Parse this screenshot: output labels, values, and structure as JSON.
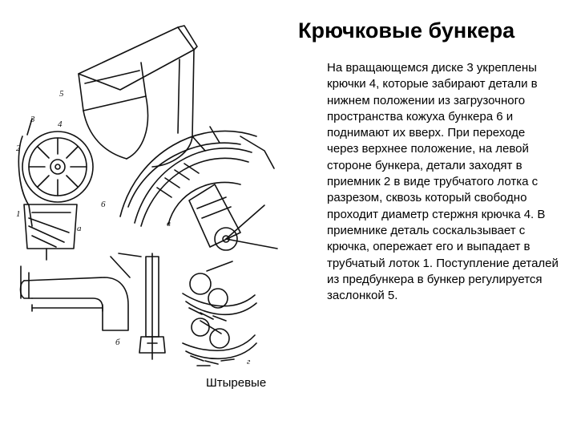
{
  "slide": {
    "title": "Крючковые бункера",
    "body": "На вращающемся диске 3 укреплены крючки 4, которые забирают детали в нижнем положении из загрузочного пространства кожуха бункера 6 и поднимают их вверх. При переходе через верхнее положение, на левой стороне бункера, детали заходят в приемник 2 в виде трубчатого лотка с разрезом, сквозь который свободно проходит диаметр стержня крючка 4. В приемнике деталь соскальзывает с крючка, опережает его и выпадает в трубчатый лоток 1. Поступление деталей из предбункера в бункер регулируется заслонкой 5.",
    "caption": "Штыревые"
  },
  "figure": {
    "labels": {
      "num_5": "5",
      "num_3": "3",
      "num_4": "4",
      "num_2": "2",
      "num_1": "1",
      "num_6": "6",
      "panel_a": "а",
      "panel_b": "б",
      "panel_v": "в",
      "panel_g": "г"
    }
  }
}
